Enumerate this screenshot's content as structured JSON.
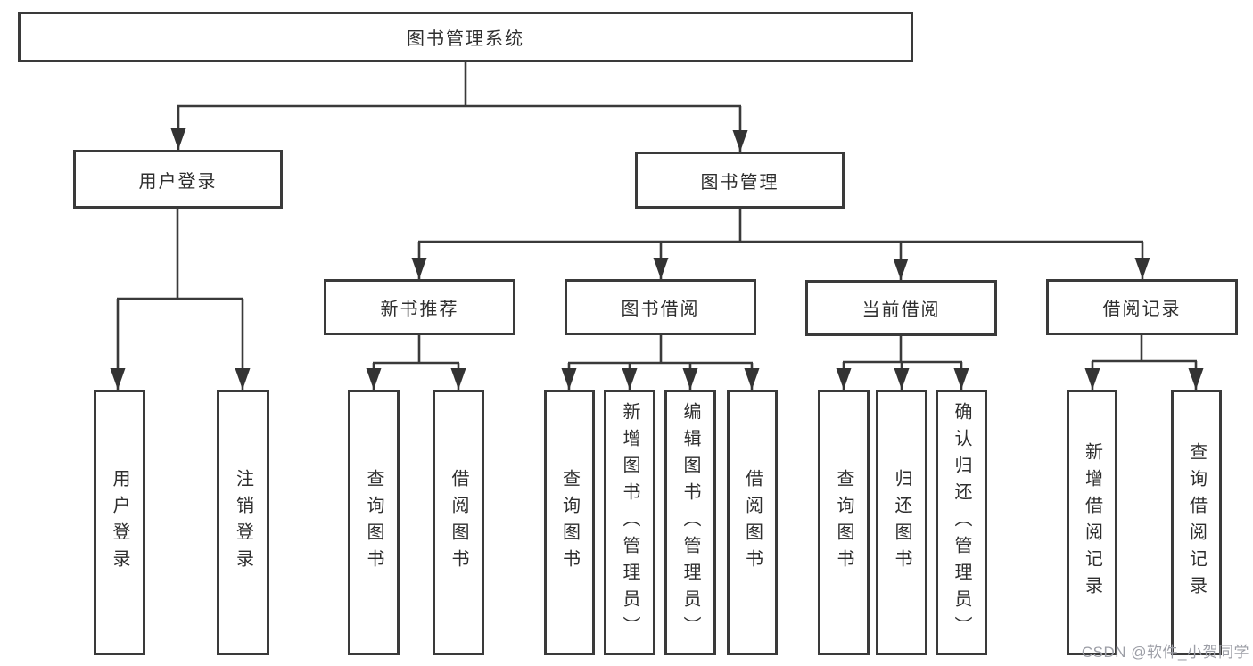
{
  "tree": {
    "root": "图书管理系统",
    "branches": [
      {
        "label": "用户登录",
        "children": [
          "用户登录",
          "注销登录"
        ]
      },
      {
        "label": "图书管理",
        "children": [
          {
            "label": "新书推荐",
            "children": [
              "查询图书",
              "借阅图书"
            ]
          },
          {
            "label": "图书借阅",
            "children": [
              "查询图书",
              "新增图书（管理员）",
              "编辑图书（管理员）",
              "借阅图书"
            ]
          },
          {
            "label": "当前借阅",
            "children": [
              "查询图书",
              "归还图书",
              "确认归还（管理员）"
            ]
          },
          {
            "label": "借阅记录",
            "children": [
              "新增借阅记录",
              "查询借阅记录"
            ]
          }
        ]
      }
    ]
  },
  "watermark": "CSDN @软件_小贺同学",
  "colors": {
    "line": "#3a3a3a",
    "box_border": "#3a3a3a",
    "text": "#2e2e2e",
    "watermark": "#9c9ea6",
    "background": "#ffffff"
  }
}
